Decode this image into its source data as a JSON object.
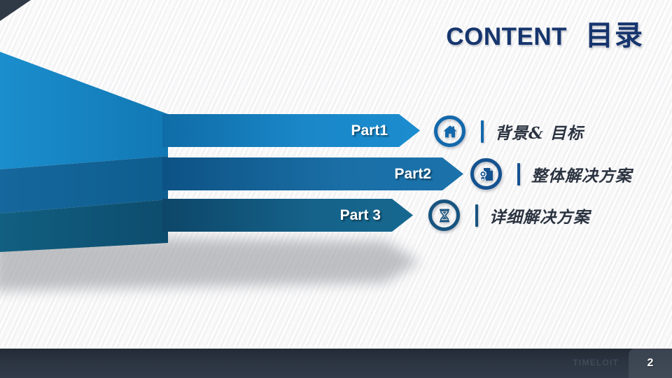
{
  "slide": {
    "title_en": "CONTENT",
    "title_cn": "目录",
    "title_color": "#16356d"
  },
  "corner": {
    "name": "corner-triangle",
    "color": "#303a47"
  },
  "sections": [
    {
      "part_label": "Part1",
      "text": "背景& 目标",
      "icon": "home-icon",
      "bar_color_light": "#1a87c8",
      "bar_color_dark": "#0f6ca6",
      "accent": "#1368ab"
    },
    {
      "part_label": "Part2",
      "text": "整体解决方案",
      "icon": "certificate-icon",
      "bar_color_light": "#1b6ba3",
      "bar_color_dark": "#0d5285",
      "accent": "#14528f"
    },
    {
      "part_label": "Part 3",
      "text": "详细解决方案",
      "icon": "hourglass-icon",
      "bar_color_light": "#156288",
      "bar_color_dark": "#0d4668",
      "accent": "#17547f"
    }
  ],
  "footer": {
    "brand": "TIMELOIT",
    "page_number": "2",
    "bar_color": "#2c3542"
  }
}
